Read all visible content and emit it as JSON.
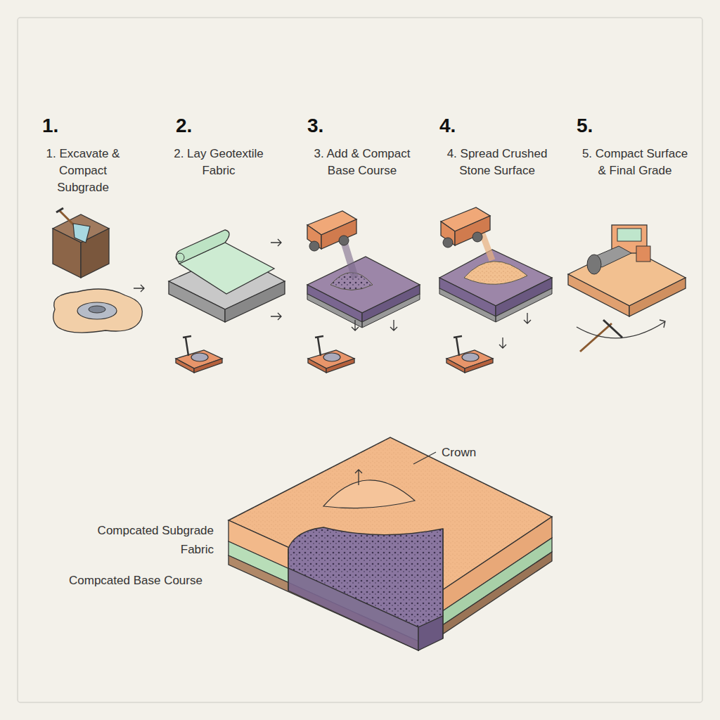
{
  "diagram": {
    "labels": [
      "1.",
      "1. Excavate & Compact Subgrade",
      "2.",
      "2. Lay Geotextile Fabric",
      "3.",
      "3. Add & Compact Base Course",
      "4.",
      "4. Spread Crushed Stone Surface",
      "5.",
      "5. Compact Surface & Final Grade",
      "Crown",
      "Compcated Subgrade",
      "Fabric",
      "Compcated Base Course"
    ]
  }
}
